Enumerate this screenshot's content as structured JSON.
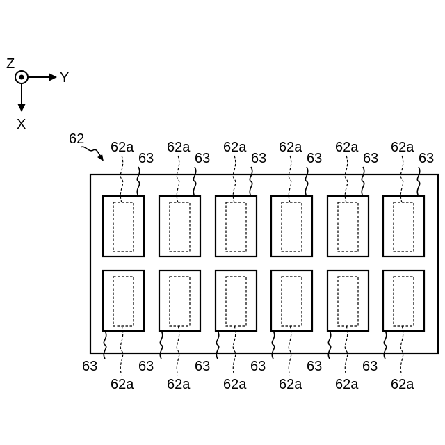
{
  "axes": {
    "z": "Z",
    "y": "Y",
    "x": "X"
  },
  "component_label": "62",
  "cell_label": "63",
  "region_label": "62a"
}
